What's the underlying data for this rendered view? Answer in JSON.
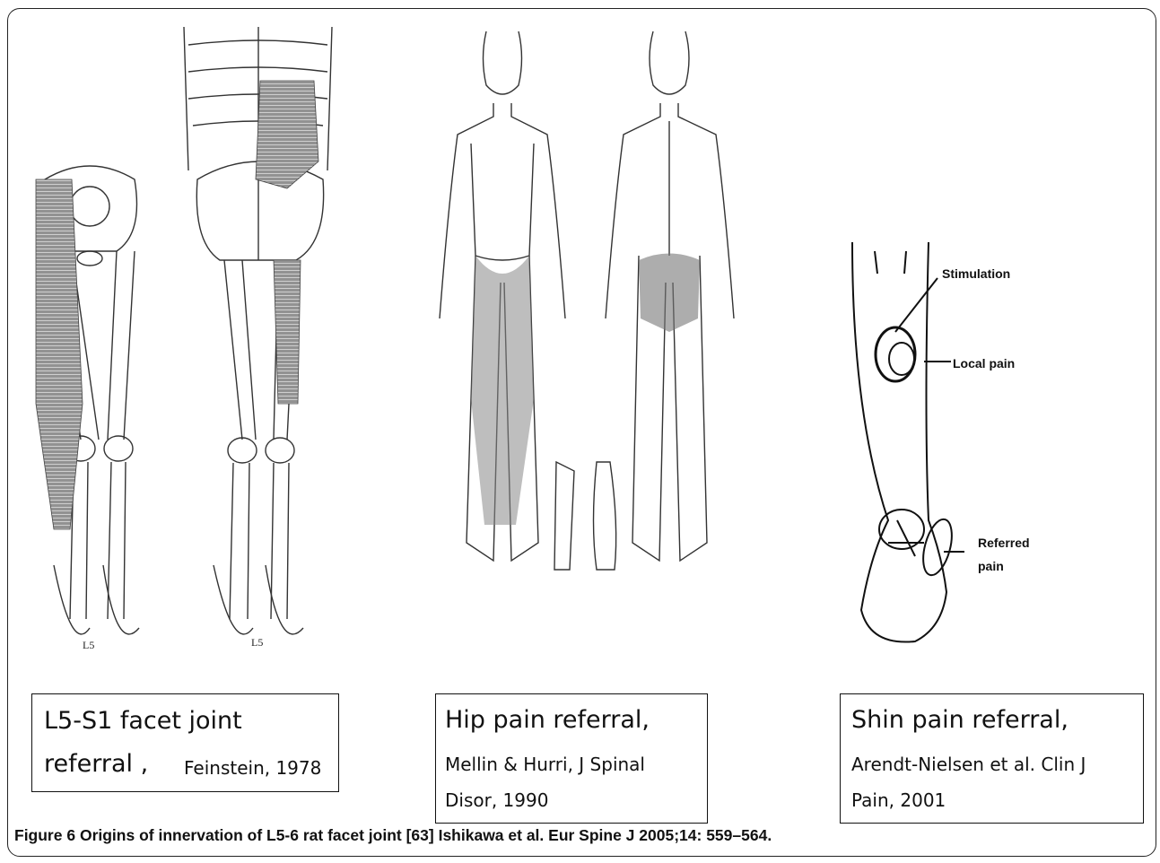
{
  "panels": [
    {
      "id": "facet",
      "leg_labels": [
        "L5",
        "L5"
      ],
      "caption_line1": "L5-S1 facet joint",
      "caption_line2_main": "referral ,",
      "caption_line2_small": "Feinstein, 1978"
    },
    {
      "id": "hip",
      "caption_line1": "Hip pain referral,",
      "caption_line2": "Mellin & Hurri, J Spinal",
      "caption_line3": "Disor, 1990"
    },
    {
      "id": "shin",
      "annotations": {
        "stimulation": "Stimulation",
        "local_pain": "Local pain",
        "referred_1": "Referred",
        "referred_2": "pain"
      },
      "caption_line1": "Shin pain referral,",
      "caption_line2": "Arendt-Nielsen et al. Clin J",
      "caption_line3": "Pain, 2001"
    }
  ],
  "figure_caption": {
    "label": "Figure 6",
    "text": "Origins of innervation of L5-6 rat facet joint [63] Ishikawa et al. Eur Spine J 2005;14: 559–564."
  }
}
